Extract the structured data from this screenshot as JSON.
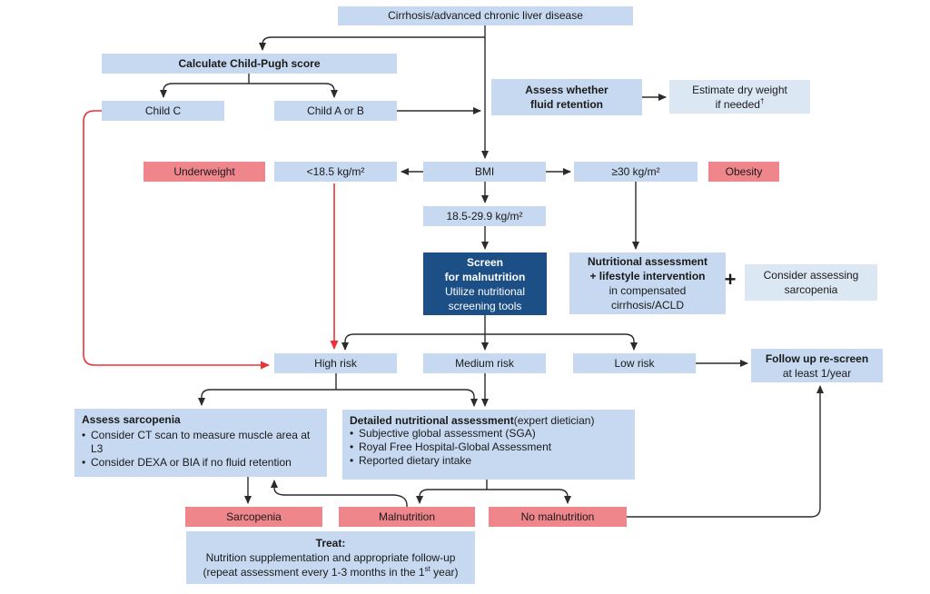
{
  "ui": {
    "bullet_char": "•"
  },
  "colors": {
    "box_blue": "#c6d9f0",
    "box_light_blue": "#dce7f4",
    "box_pink": "#ef868c",
    "box_navy": "#1d4f87",
    "arrow_black": "#2b2b2b",
    "arrow_red": "#ed3237"
  },
  "nodes": {
    "cirrhosis": {
      "label": "Cirrhosis/advanced chronic liver disease"
    },
    "calculate": {
      "label": "Calculate Child-Pugh score"
    },
    "child_c": {
      "label": "Child C"
    },
    "child_ab": {
      "label": "Child A or B"
    },
    "assess_fluid": {
      "line1": "Assess whether",
      "line2": "fluid retention"
    },
    "estimate_dry": {
      "line1": "Estimate dry weight",
      "line2": "if needed",
      "sup": "†"
    },
    "underweight": {
      "label": "Underweight"
    },
    "bmi_low": {
      "label": "<18.5 kg/m²"
    },
    "bmi": {
      "label": "BMI"
    },
    "bmi_high": {
      "label": "≥30 kg/m²"
    },
    "obesity": {
      "label": "Obesity"
    },
    "bmi_mid": {
      "label": "18.5-29.9 kg/m²"
    },
    "screen": {
      "line1": "Screen",
      "line2": "for malnutrition",
      "line3": "Utilize nutritional",
      "line4": "screening tools"
    },
    "nutritional_assessment": {
      "line1": "Nutritional assessment",
      "line2": "+ lifestyle intervention",
      "line3": "in compensated",
      "line4": "cirrhosis/ACLD"
    },
    "plus": {
      "label": "+"
    },
    "consider_sarcopenia": {
      "line1": "Consider assessing",
      "line2": "sarcopenia"
    },
    "high_risk": {
      "label": "High risk"
    },
    "medium_risk": {
      "label": "Medium risk"
    },
    "low_risk": {
      "label": "Low risk"
    },
    "followup": {
      "line1": "Follow up re-screen",
      "line2": "at least 1/year"
    },
    "assess_sarcopenia": {
      "title": "Assess sarcopenia",
      "bullets": [
        "Consider CT scan to measure muscle area at L3",
        "Consider DEXA or BIA if no fluid retention"
      ]
    },
    "detailed_assessment": {
      "title": "Detailed nutritional assessment",
      "title_suffix": " (expert dietician)",
      "bullets": [
        "Subjective global assessment (SGA)",
        "Royal Free Hospital-Global Assessment",
        "Reported dietary intake"
      ]
    },
    "sarcopenia": {
      "label": "Sarcopenia"
    },
    "malnutrition": {
      "label": "Malnutrition"
    },
    "no_malnutrition": {
      "label": "No malnutrition"
    },
    "treat": {
      "title": "Treat:",
      "line2": "Nutrition supplementation and appropriate follow-up",
      "line3_pre": "(repeat assessment every 1-3 months in the 1",
      "line3_sup": "st",
      "line3_post": " year)"
    }
  }
}
